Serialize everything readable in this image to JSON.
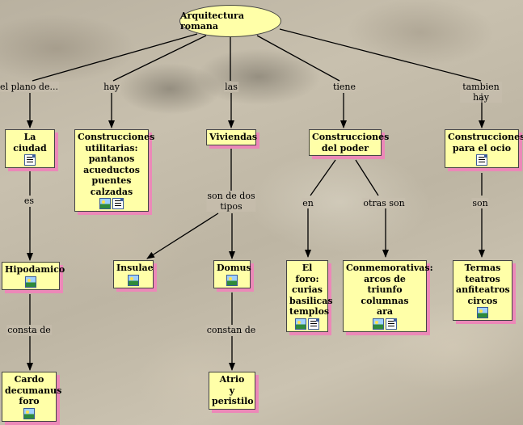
{
  "root": "Arquitectura romana",
  "nodes": {
    "la_ciudad": "La ciudad",
    "hipodamico": "Hipodamico",
    "cardo": "Cardo\ndecumanus\nforo",
    "construcciones_utilitarias": "Construcciones\nutilitarias:\npantanos\nacueductos\npuentes\ncalzadas",
    "viviendas": "Viviendas",
    "insulae": "Insulae",
    "domus": "Domus",
    "atrio": "Atrio\ny\nperistilo",
    "construcciones_poder": "Construcciones\ndel poder",
    "el_foro": "El foro:\ncurias\nbasilicas\ntemplos",
    "conmemorativas": "Conmemorativas:\narcos de triunfo\ncolumnas\nara",
    "construcciones_ocio": "Construcciones\npara el ocio",
    "termas": "Termas\nteatros\nanfiteatros\ncircos"
  },
  "links": {
    "el_plano_de": "el plano de...",
    "hay": "hay",
    "las": "las",
    "tiene": "tiene",
    "tambien_hay": "tambien hay",
    "es": "es",
    "consta_de": "consta de",
    "son_de_dos_tipos": "son de dos\ntipos",
    "constan_de": "constan de",
    "en": "en",
    "otras_son": "otras son",
    "son": "son"
  },
  "colors": {
    "node_fill": "#ffffa8",
    "node_shadow": "#ec88b8",
    "line": "#000000"
  },
  "icons": [
    "image-icon",
    "document-icon"
  ]
}
